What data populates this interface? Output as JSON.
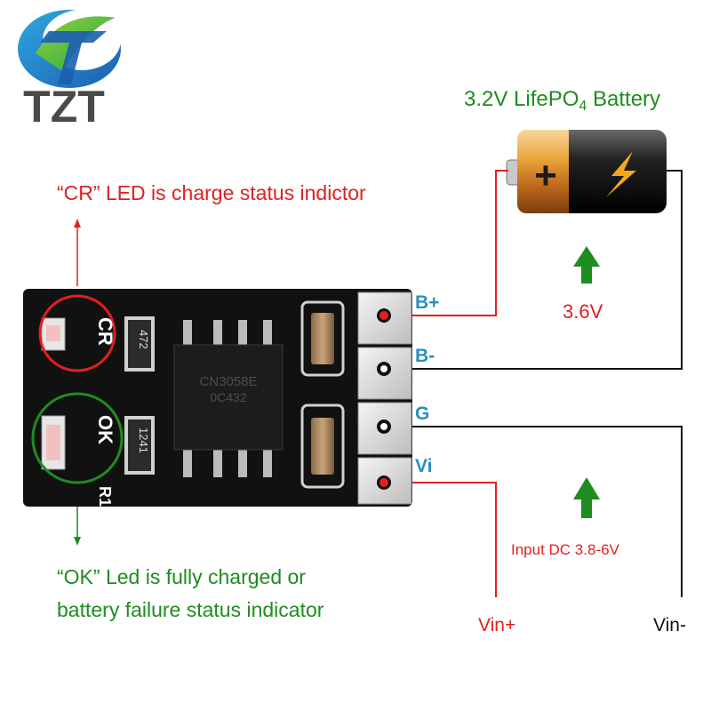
{
  "logo": {
    "text": "TZT"
  },
  "battery": {
    "label_pre": "3.2V LifePO",
    "label_sub": "4",
    "label_post": " Battery",
    "plus_symbol": "+",
    "voltage": "3.6V"
  },
  "annotations": {
    "cr_led": "“CR” LED is charge status indictor",
    "ok_led_line1": "“OK” Led is fully charged or",
    "ok_led_line2": "battery failure status indicator"
  },
  "board": {
    "cr_label": "CR",
    "ok_label": "OK",
    "r1_label": "R1",
    "resistor_top": "472",
    "resistor_bottom": "1241",
    "chip_line1": "CN3058E",
    "chip_line2": "0C432"
  },
  "pins": {
    "b_plus": "B+",
    "b_minus": "B-",
    "g": "G",
    "vi": "Vi"
  },
  "input": {
    "label": "Input DC 3.8-6V",
    "vin_plus": "Vin+",
    "vin_minus": "Vin-"
  },
  "colors": {
    "red": "#e02020",
    "green": "#1f8c1f",
    "pin_blue": "#2a8fbf",
    "board": "#111111"
  }
}
